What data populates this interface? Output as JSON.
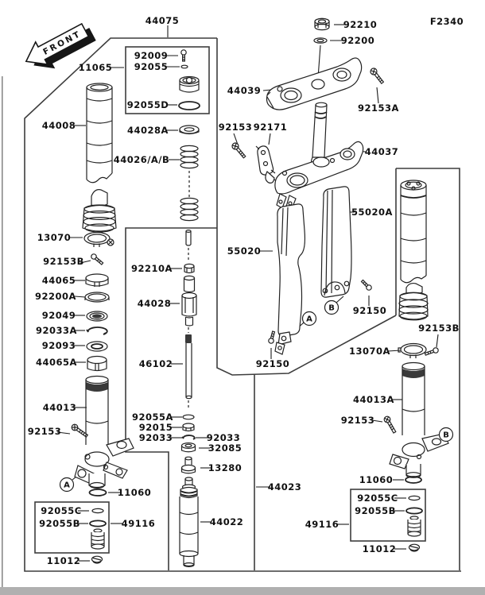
{
  "header": {
    "fiche_code": "F2340",
    "front_marker": "FRONT"
  },
  "labels": [
    "44075",
    "92210",
    "92200",
    "44039",
    "92153A",
    "11065",
    "92009",
    "92055",
    "92055D",
    "44008",
    "44028A",
    "44026/A/B",
    "92153",
    "92171",
    "44037",
    "13070",
    "92153B",
    "44065",
    "92200A",
    "92049",
    "92033A",
    "92093",
    "44065A",
    "92210A",
    "44028",
    "46102",
    "55020",
    "55020A",
    "92150",
    "A",
    "B",
    "92150",
    "13070A",
    "92153B",
    "44013",
    "44013A",
    "92153",
    "92153",
    "A",
    "B",
    "11060",
    "11060",
    "92055A",
    "92015",
    "92033",
    "92033",
    "32085",
    "13280",
    "44022",
    "44023",
    "92055C",
    "92055B",
    "49116",
    "11012",
    "92055C",
    "92055B",
    "49116",
    "11012"
  ]
}
